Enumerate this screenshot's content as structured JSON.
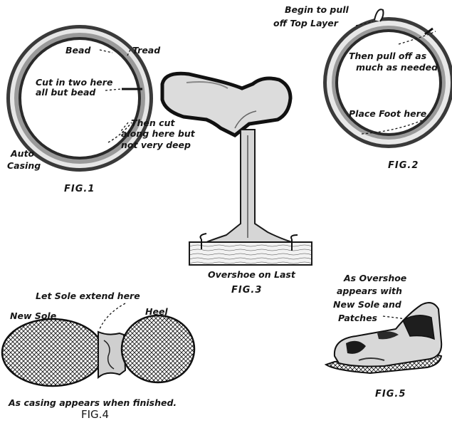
{
  "fig1": {
    "bead": "Bead",
    "tread": "Tread",
    "cut_line1": "Cut in two here",
    "cut_line2": "all but bead",
    "then_cut_line1": "Then cut",
    "then_cut_line2": "along here but",
    "then_cut_line3": "not very deep",
    "casing_line1": "Auto",
    "casing_line2": "Casing",
    "caption": "FIG.1"
  },
  "fig2": {
    "begin_line1": "Begin to pull",
    "begin_line2": "off Top Layer",
    "pull_line1": "Then pull off as",
    "pull_line2": "much as needed",
    "place_foot": "Place Foot here.",
    "caption": "FIG.2"
  },
  "fig3": {
    "label": "Overshoe on Last",
    "caption": "FIG.3"
  },
  "fig4": {
    "extend": "Let Sole extend here",
    "new_sole": "New Sole",
    "heel": "Heel",
    "finished": "As casing appears when finished.",
    "caption": "FIG.4"
  },
  "fig5": {
    "line1": "As Overshoe",
    "line2": "appears with",
    "line3": "New Sole and",
    "line4": "Patches",
    "caption": "FIG.5"
  }
}
